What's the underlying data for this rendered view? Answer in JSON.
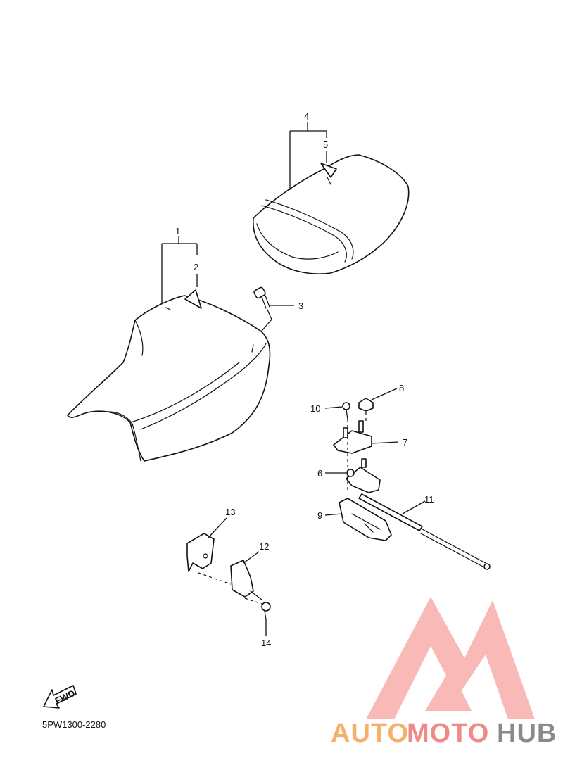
{
  "callouts": {
    "c1": "1",
    "c2": "2",
    "c3": "3",
    "c4": "4",
    "c5": "5",
    "c6": "6",
    "c7": "7",
    "c8": "8",
    "c9": "9",
    "c10": "10",
    "c11": "11",
    "c12": "12",
    "c13": "13",
    "c14": "14"
  },
  "fwd_label": "FWD",
  "diagram_code": "5PW1300-2280",
  "watermark": {
    "part1": "AUTO",
    "part2": "MOTO",
    "part3": "HUB",
    "color_orange": "#f5b06a",
    "color_red": "#f08a86",
    "color_gray": "#8a8a8a"
  }
}
